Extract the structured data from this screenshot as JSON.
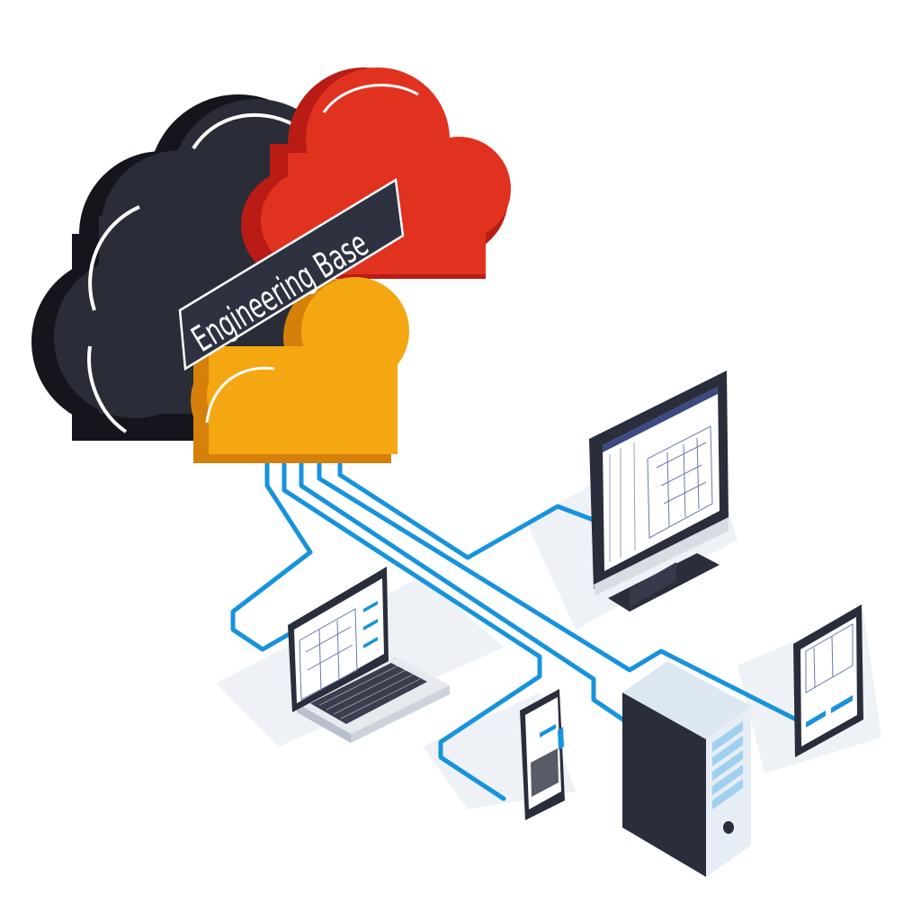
{
  "cloud": {
    "label": "Engineering Base",
    "colors": {
      "dark": "#23252f",
      "red": "#d9281c",
      "yellow": "#f2a20c",
      "label_bg": "#2b2e3d"
    }
  },
  "connection_color": "#1793dd",
  "devices": [
    {
      "name": "desktop-monitor",
      "icon": "monitor-icon"
    },
    {
      "name": "laptop",
      "icon": "laptop-icon"
    },
    {
      "name": "server-tower",
      "icon": "server-icon"
    },
    {
      "name": "smartphone",
      "icon": "phone-icon"
    },
    {
      "name": "tablet",
      "icon": "tablet-icon"
    }
  ]
}
